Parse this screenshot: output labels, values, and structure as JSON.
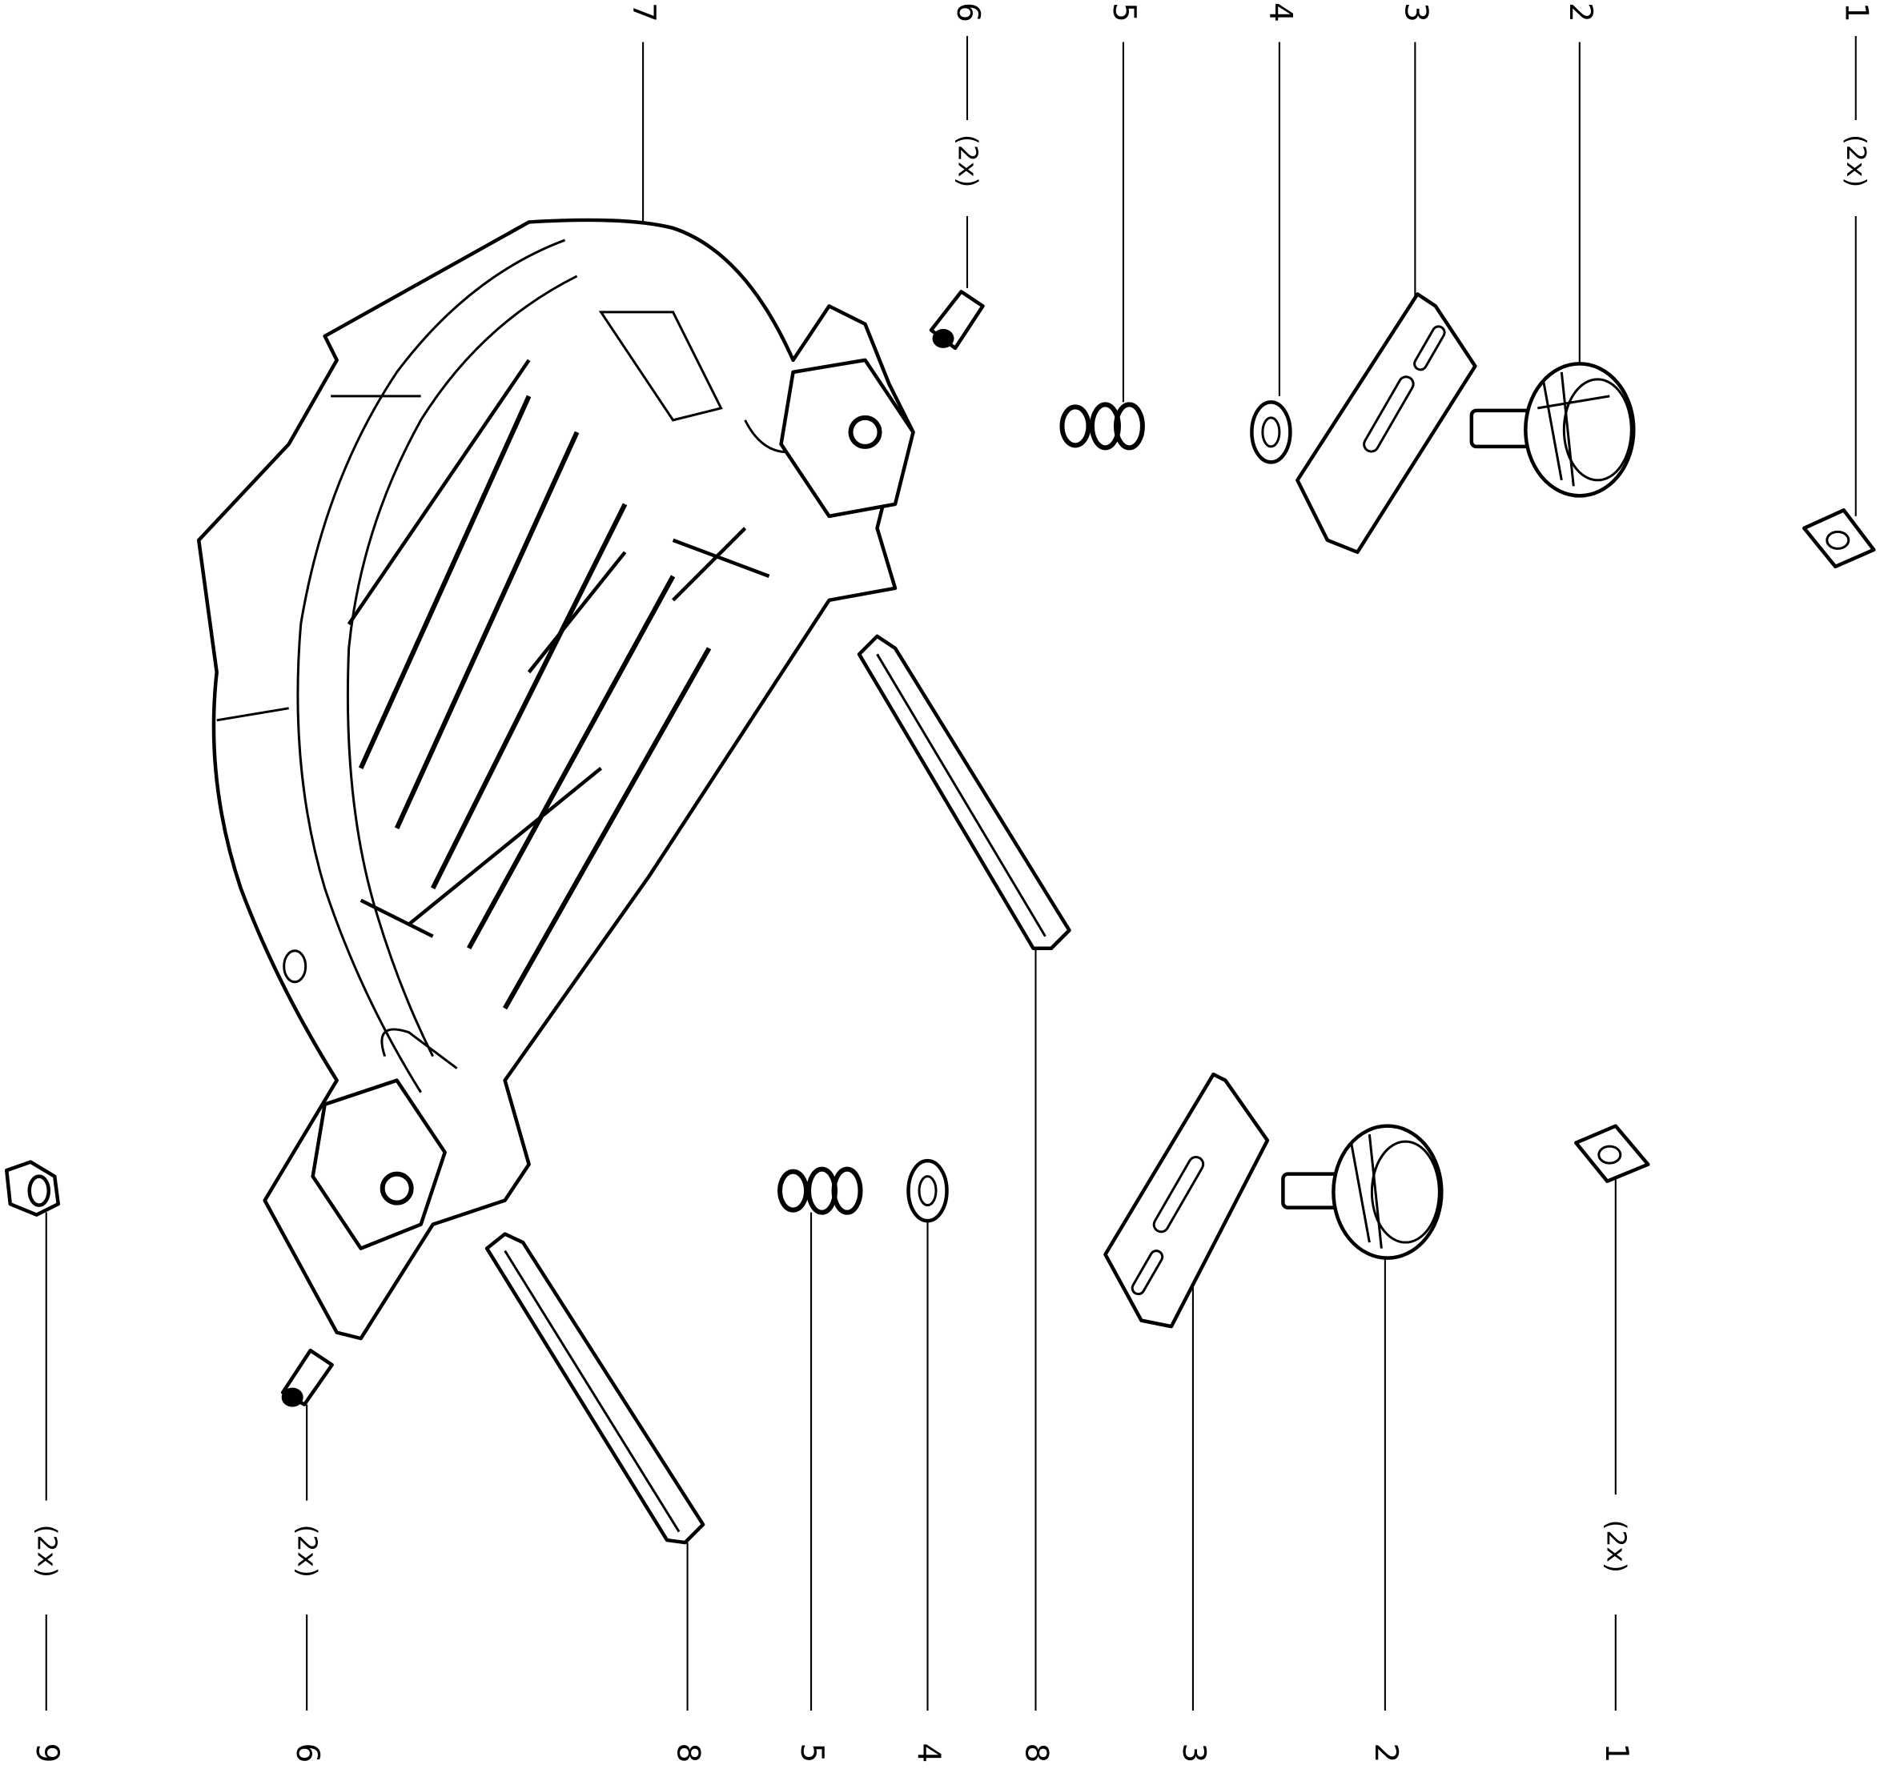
{
  "diagram": {
    "type": "exploded-parts-view",
    "top_callouts": [
      {
        "number": "1",
        "qty": "(2x)"
      },
      {
        "number": "2"
      },
      {
        "number": "3"
      },
      {
        "number": "4"
      },
      {
        "number": "5"
      },
      {
        "number": "6",
        "qty": "(2x)"
      },
      {
        "number": "7"
      }
    ],
    "bottom_callouts": [
      {
        "number": "1",
        "qty": "(2x)"
      },
      {
        "number": "2"
      },
      {
        "number": "3"
      },
      {
        "number": "8"
      },
      {
        "number": "4"
      },
      {
        "number": "5"
      },
      {
        "number": "8"
      },
      {
        "number": "6",
        "qty": "(2x)"
      },
      {
        "number": "9",
        "qty": "(2x)"
      }
    ]
  }
}
